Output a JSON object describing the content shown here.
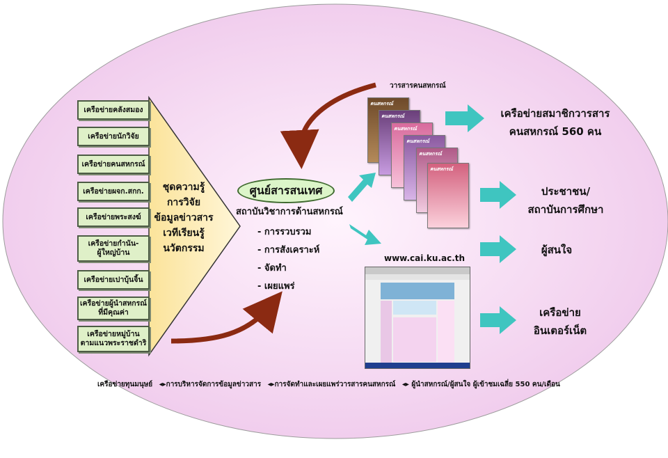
{
  "networks": [
    {
      "label": "เครือข่ายคลังสมอง"
    },
    {
      "label": "เครือข่ายนักวิจัย"
    },
    {
      "label": "เครือข่ายคนสหกรณ์"
    },
    {
      "label": "เครือข่ายผจก.สกก."
    },
    {
      "label": "เครือข่ายพระสงฆ์"
    },
    {
      "label": "เครือข่ายกำนัน-\nผู้ใหญ่บ้าน"
    },
    {
      "label": "เครือข่ายเปาบุ้นจิ้น"
    },
    {
      "label": "เครือข่ายผู้นำสหกรณ์\nที่มีคุณค่า"
    },
    {
      "label": "เครือข่ายหมู่บ้าน\nตามแนวพระราชดำริ"
    }
  ],
  "knowledge_set": [
    "ชุดความรู้",
    "การวิจัย",
    "ข้อมูลข่าวสาร",
    "เวทีเรียนรู้",
    "นวัตกรรม"
  ],
  "center": {
    "title": "ศูนย์สารสนเทศ",
    "institute": "สถาบันวิชาการด้านสหกรณ์",
    "steps": [
      "- การรวบรวม",
      "- การสังเคราะห์",
      "- จัดทำ",
      "- เผยแพร่"
    ]
  },
  "journal": {
    "label": "วารสารคนสหกรณ์",
    "cover_title": "คนสหกรณ์"
  },
  "website": {
    "label": "www.cai.ku.ac.th"
  },
  "targets": [
    {
      "line1": "เครือข่ายสมาชิกวารสาร",
      "line2": "คนสหกรณ์ 560 คน"
    },
    {
      "line1": "ประชาชน/",
      "line2": "สถาบันการศึกษา"
    },
    {
      "line1": "ผู้สนใจ",
      "line2": ""
    },
    {
      "line1": "เครือข่าย",
      "line2": "อินเตอร์เน็ต"
    }
  ],
  "footer": [
    "เครือข่ายทุนมนุษย์",
    "◂▸การบริหารจัดการข้อมูลข่าวสาร",
    "◂▸การจัดทำและเผยแพร่วารสารคนสหกรณ์",
    "◂▸ ผู้นำสหกรณ์/ผู้สนใจ ผู้เข้าชมเฉลี่ย 550 คน/เดือน"
  ],
  "colors": {
    "oval": "#f6dcf2",
    "triangle": "#fbe8a6",
    "curved_arrow": "#8b2a12",
    "target_arrow": "#3fc5c0"
  }
}
